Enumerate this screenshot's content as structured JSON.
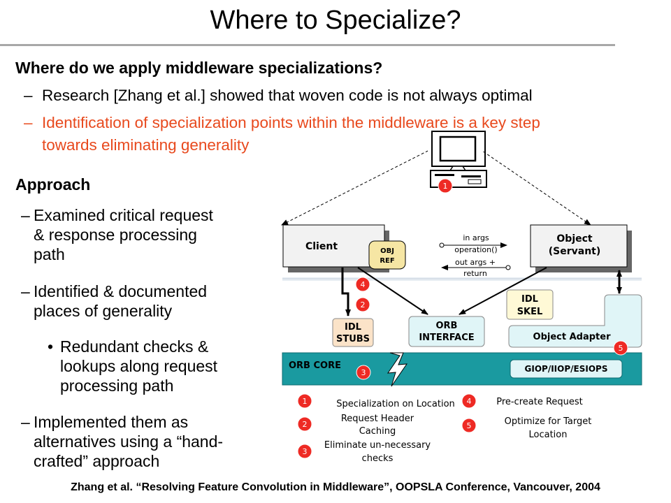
{
  "slide": {
    "title": "Where to Specialize?",
    "heading1": "Where do we apply middleware specializations?",
    "bullet1": "Research [Zhang et al.] showed that woven code is not always optimal",
    "bullet2_line1": "Identification of specialization points within the middleware is a key step",
    "bullet2_line2": "towards eliminating generality",
    "heading2": "Approach",
    "approach1": [
      "Examined critical request",
      "& response processing",
      "path"
    ],
    "approach2": [
      "Identified & documented",
      "places of generality"
    ],
    "approach2_sub": [
      "Redundant checks &",
      "lookups along request",
      "processing path"
    ],
    "approach3": [
      "Implemented them as",
      "alternatives using a “hand-",
      "crafted” approach"
    ],
    "dash": "–",
    "bullet_dot": "•",
    "footer": "Zhang et al. “Resolving Feature Convolution in Middleware”, OOPSLA Conference, Vancouver, 2004"
  },
  "diagram": {
    "client": "Client",
    "object_line1": "Object",
    "object_line2": "(Servant)",
    "objref_line1": "OBJ",
    "objref_line2": "REF",
    "in_args": "in args",
    "operation": "operation()",
    "out_args": "out args +",
    "return_label": "return",
    "idl_stubs_line1": "IDL",
    "idl_stubs_line2": "STUBS",
    "orb_interface_line1": "ORB",
    "orb_interface_line2": "INTERFACE",
    "idl_skel_line1": "IDL",
    "idl_skel_line2": "SKEL",
    "object_adapter": "Object Adapter",
    "orb_core": "ORB CORE",
    "giop": "GIOP/IIOP/ESIOPS",
    "badges": {
      "computer": "1",
      "stub_upper": "4",
      "stub_lower": "2",
      "orb_core": "3",
      "adapter": "5"
    },
    "legend": [
      {
        "num": "1",
        "line1": "Specialization on Location",
        "line2": ""
      },
      {
        "num": "2",
        "line1": "Request Header",
        "line2": "Caching"
      },
      {
        "num": "3",
        "line1": "Eliminate un-necessary",
        "line2": "checks"
      },
      {
        "num": "4",
        "line1": "Pre-create Request",
        "line2": ""
      },
      {
        "num": "5",
        "line1": "Optimize for Target",
        "line2": "Location"
      }
    ]
  },
  "colors": {
    "accent_red": "#e8491d",
    "badge": "#ee2a24",
    "orb_core": "#1a9aa0",
    "light_cyan": "#e0f5f7",
    "stub_peach": "#fbe3c8",
    "skel_yellow": "#fff9d6",
    "objref_yellow": "#f6e6a4"
  }
}
